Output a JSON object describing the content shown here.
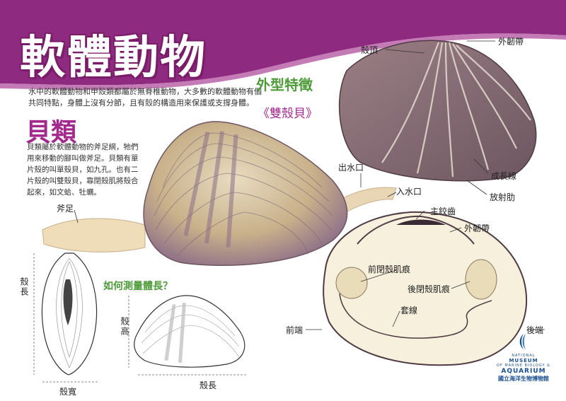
{
  "colors": {
    "accent": "#a32a8d",
    "banner": "#8e2a7f",
    "green": "#4c9a38"
  },
  "title": "軟體動物",
  "intro": "水中的軟體動物和甲殼類都屬於無脊椎動物，大多數的軟體動物有個共同特點，身體上沒有分節，且有殼的構造用來保護或支撐身體。",
  "shell_heading": "貝類",
  "shell_text": "貝類屬於軟體動物的斧足綱，牠們用來移動的腳叫做斧足。貝類有單片殼的叫單殼貝，如九孔。也有二片殼的叫雙殼貝，靠閉殼肌將殼合起來，如文蛤、牡蠣。",
  "subtitle": "外型特徵",
  "subtitle2": "《雙殼貝》",
  "labels": {
    "umbo": "殼頂",
    "ext_ligament_top": "外韌帶",
    "growth_lines": "成長線",
    "radial_ribs": "放射肋",
    "excurrent": "出水口",
    "incurrent": "入水口",
    "foot": "斧足",
    "main_tooth": "主鉸齒",
    "ext_ligament_inner": "外韌帶",
    "ant_adductor": "前閉殼肌痕",
    "post_adductor": "後閉殼肌痕",
    "pallial_line": "套線",
    "anterior": "前端",
    "posterior": "後端",
    "measure": "如何測量體長？",
    "length_vert": "殼長",
    "width": "殼寬",
    "height": "殼高",
    "length": "殼長"
  },
  "logo": {
    "line1": "NATIONAL",
    "line2": "MUSEUM",
    "line3": "OF MARINE BIOLOGY &",
    "line4": "AQUARIUM",
    "line5": "國立海洋生物博物館"
  }
}
